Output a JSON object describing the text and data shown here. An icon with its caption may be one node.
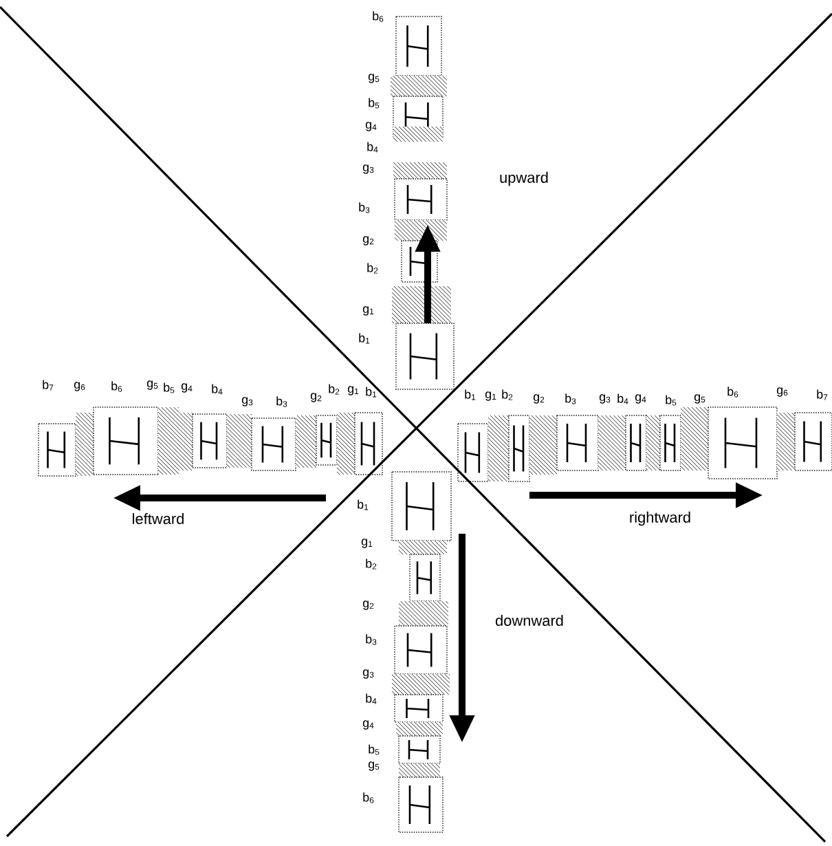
{
  "diagram": {
    "labels": [
      "b$_{6}$",
      "g$_{5}$",
      "b$_{5}$",
      "g$_{4}$",
      "b$_{4}$",
      "g$_{3}$",
      "b$_{3}$",
      "g$_{2}$",
      "b$_{2}$",
      "g$_{1}$",
      "b$_{1}$",
      "upward",
      "b$_{7}$",
      "g$_{6}$",
      "b$_{6}$",
      "g$_{5}$",
      "b$_{5}$",
      "g$_{4}$",
      "b$_{4}$",
      "g$_{3}$",
      "b$_{3}$",
      "g$_{2}$",
      "b$_{2}$",
      "g$_{1}$",
      "b$_{1}$",
      "b$_{1}$",
      "g$_{1}$",
      "b$_{2}$",
      "g$_{2}$",
      "b$_{3}$",
      "g$_{3}$",
      "b$_{4}$",
      "g$_{4}$",
      "b$_{5}$",
      "g$_{5}$",
      "b$_{6}$",
      "g$_{6}$",
      "b$_{7}$",
      "leftward",
      "rightward",
      "b$_{1}$",
      "g$_{1}$",
      "b$_{2}$",
      "g$_{2}$",
      "b$_{3}$",
      "g$_{3}$",
      "b$_{4}$",
      "g$_{4}$",
      "b$_{5}$",
      "g$_{5}$",
      "b$_{6}$",
      "downward"
    ]
  }
}
